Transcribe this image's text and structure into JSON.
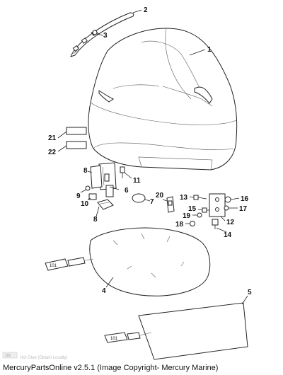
{
  "callouts": {
    "c1": "1",
    "c2": "2",
    "c3": "3",
    "c4": "4",
    "c5": "5",
    "c6": "6",
    "c7": "7",
    "c8a": "8",
    "c8b": "8",
    "c9": "9",
    "c10": "10",
    "c11": "11",
    "c12": "12",
    "c13": "13",
    "c14": "14",
    "c15": "15",
    "c16": "16",
    "c17": "17",
    "c18": "18",
    "c19": "19",
    "c20": "20",
    "c21": "21",
    "c22": "22"
  },
  "tube_labels": {
    "t1": "101",
    "t2": "101",
    "t3": "101"
  },
  "legend_text": "Hot Glue (Obtain Locally)",
  "footer": {
    "text": "MercuryPartsOnline v2.5.1 (Image Copyright- Mercury Marine)"
  }
}
